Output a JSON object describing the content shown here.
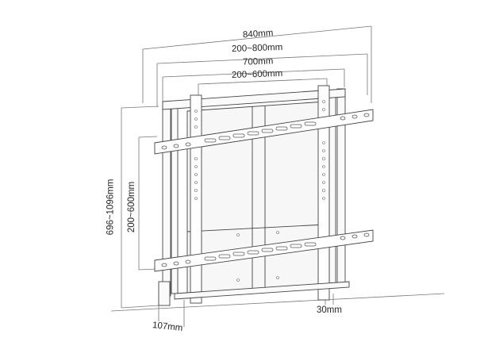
{
  "diagram": {
    "subject": "TV wall mount bracket technical drawing",
    "colors": {
      "line": "#555555",
      "frame": "#333333",
      "fill": "#f2f2f2",
      "background": "#ffffff"
    },
    "dimensions": {
      "overall_width": "840mm",
      "outer_vesa_range": "200~800mm",
      "rail_width": "700mm",
      "inner_vesa_range": "200~600mm",
      "overall_height": "696~1096mm",
      "vertical_vesa_range": "200~600mm",
      "depth": "107mm",
      "arm_width": "30mm"
    }
  }
}
